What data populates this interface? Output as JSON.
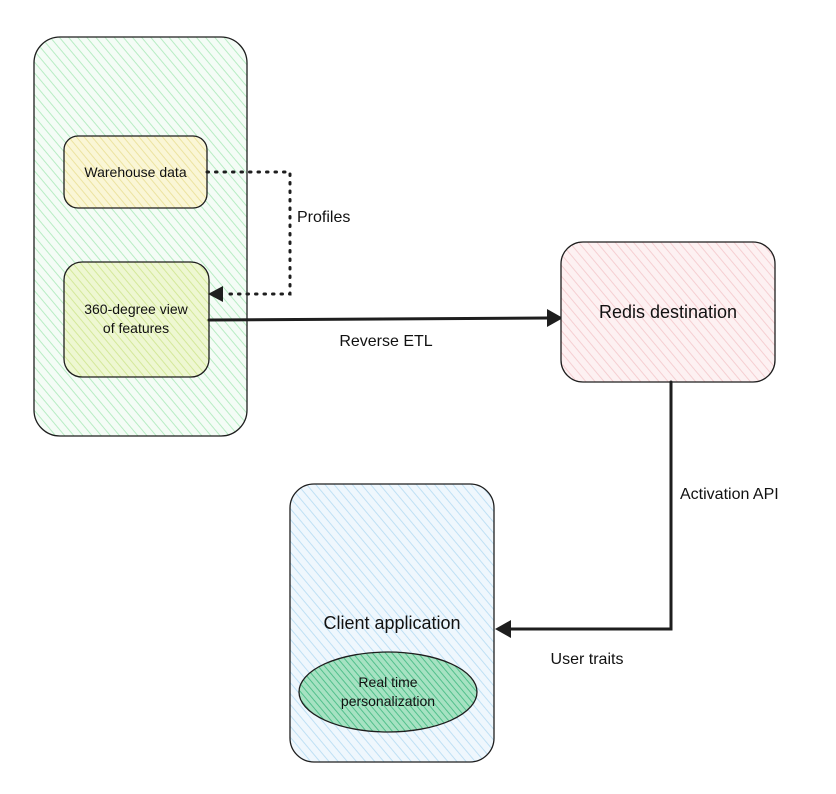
{
  "colors": {
    "warehouse_container": "#b8ecc4",
    "warehouse_data": "#f2ecb0",
    "feature_view": "#d9eda2",
    "redis": "#f7c9cc",
    "client": "#b7dcf2",
    "personalization": "#52c08c",
    "stroke": "#1e1e1e"
  },
  "nodes": {
    "warehouse_data": "Warehouse data",
    "feature_view_line1": "360-degree view",
    "feature_view_line2": "of features",
    "redis_destination": "Redis destination",
    "client_application": "Client application",
    "personalization_line1": "Real time",
    "personalization_line2": "personalization"
  },
  "edges": {
    "profiles": "Profiles",
    "reverse_etl": "Reverse ETL",
    "activation_api": "Activation API",
    "user_traits": "User traits"
  }
}
